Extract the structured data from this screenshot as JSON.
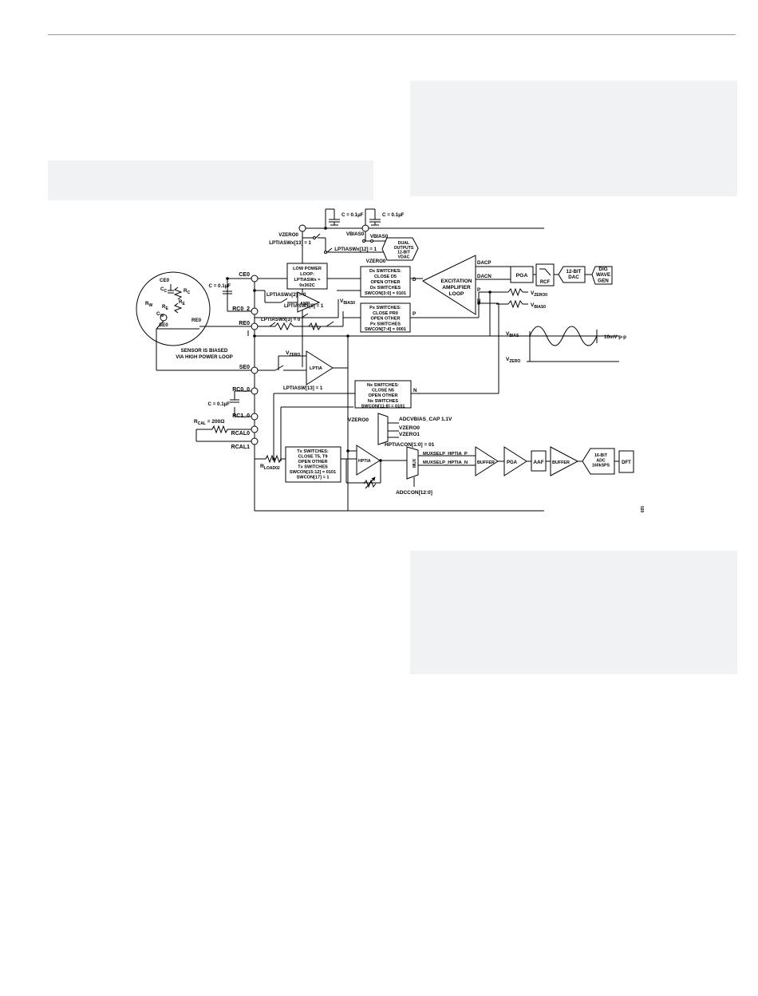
{
  "labels": {
    "vzero0_top": "VZERO0",
    "vbias0_top": "VBIAS0",
    "cap_top1": "C = 0.1µF",
    "cap_top2": "C = 0.1µF",
    "sw13_top": "LPTIASWx[13] = 1",
    "sw12": "LPTIASWx[12] = 1",
    "vbias0_inner": "VBIAS0",
    "vzero0_inner": "VZERO0",
    "ce0": "CE0",
    "rc0_2": "RC0_2",
    "re0_pin": "RE0",
    "se0_pin": "SE0",
    "cap_mid": "C = 0.1µF",
    "sw2": "LPTIASWx[2] = 0",
    "sw8": "LPTIASWx[8] = 1",
    "sw3": "LPTIASWx[3] = 0",
    "amp": "AMP",
    "vbias0_amp": "V",
    "vbias0_amp_sub": "BIAS0",
    "ce0_s": "CE0",
    "rc": "R",
    "rc_sub": "C",
    "cc": "C",
    "cc_sub": "C",
    "re": "R",
    "re_sub": "E",
    "rw": "R",
    "rw_sub": "W",
    "re_inner": "R",
    "re_inner_sub": "E",
    "cw": "C",
    "cw_sub": "W",
    "re0_s": "RE0",
    "se0_s": "SE0",
    "sensor_line1": "SENSOR IS BIASED",
    "sensor_line2": "VIA HIGH POWER LOOP",
    "vzero_lptia": "V",
    "vzero_lptia_sub": "ZERO",
    "lptia": "LPTIA",
    "lptiasw13": "LPTIASW[13] = 1",
    "rc0_0": "RC0_0",
    "cap_low": "C = 0.1µF",
    "rc1_0": "RC1_0",
    "rcal": "R",
    "rcal_sub": "CAL",
    "rcal_val": " = 200Ω",
    "rcal0": "RCAL0",
    "rcal1": "RCAL1",
    "rload": "R",
    "rload_sub": "LOAD02",
    "dacp": "DACP",
    "dacn": "DACN",
    "d_pin": "D",
    "p_pin": "P",
    "p_pin2": "P",
    "n_pin": "N",
    "n_pin2": "N",
    "vzero0_out": "V",
    "vzero0_out_sub": "ZERO0",
    "vbias0_out": "V",
    "vbias0_out_sub": "BIAS0",
    "vbias_wave": "V",
    "vbias_wave_sub": "BIAS",
    "vzero_wave": "V",
    "vzero_wave_sub": "ZERO",
    "amp_10mv": "10mV p-p",
    "vzero0_mux": "VZERO0",
    "adcvbias": "ADCVBIAS_CAP 1.1V",
    "vzero0_list": "VZERO0",
    "vzero1_list": "VZERO1",
    "hptiacon": "HPTIACON[1:0] = 01",
    "hptia": "HPTIA",
    "mux": "MUX",
    "muxselp": "MUXSELP_HPTIA_P",
    "muxseln": "MUXSELP_HPTIA_N",
    "adccon": "ADCCON[12:0]",
    "buffer1": "BUFFER",
    "pga2": "PGA",
    "aaf": "AAF",
    "buffer2": "BUFFER",
    "dft": "DFT",
    "fig_id": "020"
  },
  "blocks": {
    "dual_outputs": [
      "DUAL",
      "OUTPUTS",
      "12-BIT",
      "VDAC"
    ],
    "low_power_loop": [
      "LOW POWER",
      "LOOP:",
      "LPTIASWx =",
      "0x302C"
    ],
    "dx_switches": [
      "Dx SWITCHES:",
      "CLOSE D5",
      "OPEN OTHER",
      "Dx SWITCHES",
      "SWCON[3:0] = 0101"
    ],
    "px_switches": [
      "Px SWITCHES:",
      "CLOSE PR0",
      "OPEN OTHER",
      "Px SWITCHES",
      "SWCON[7:4] = 0001"
    ],
    "excitation": [
      "EXCITATION",
      "AMPLIFIER",
      "LOOP"
    ],
    "pga": [
      "PGA"
    ],
    "rcf": [
      "RCF"
    ],
    "dac12": [
      "12-BIT",
      "DAC"
    ],
    "dig_wave": [
      "DIG",
      "WAVE",
      "GEN"
    ],
    "nx_switches": [
      "Nx SWITCHES:",
      "CLOSE N5",
      "OPEN OTHER",
      "Nx SWITCHES",
      "SWCON[11:8] = 0101"
    ],
    "tx_switches": [
      "Tx SWITCHES:",
      "CLOSE T5, T9",
      "OPEN OTHER",
      "Tx SWITCHES",
      "SWCON[15:12] = 0101",
      "SWCON[17] = 1"
    ],
    "adc16": [
      "16-BIT",
      "ADC",
      "160kSPS"
    ]
  }
}
